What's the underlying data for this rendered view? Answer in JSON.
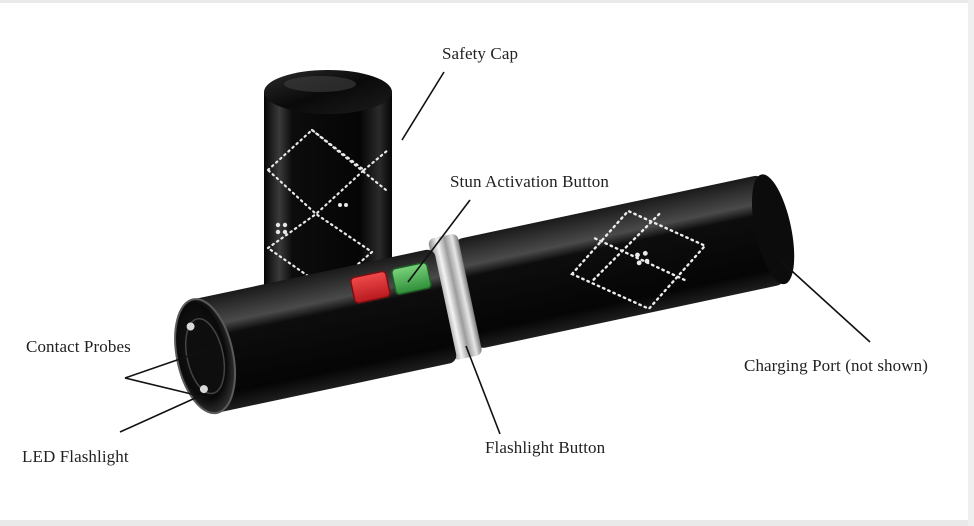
{
  "labels": {
    "safety_cap": "Safety Cap",
    "stun_button": "Stun Activation Button",
    "contact_probes": "Contact Probes",
    "led_flashlight": "LED Flashlight",
    "flashlight_button": "Flashlight Button",
    "charging_port": "Charging Port (not shown)"
  },
  "colors": {
    "body": "#0b0b0b",
    "stun_button": "#d6262b",
    "flashlight_button": "#3fae49",
    "chrome_ring": "#c9c9c9",
    "rhinestone": "#e8e8e8"
  }
}
